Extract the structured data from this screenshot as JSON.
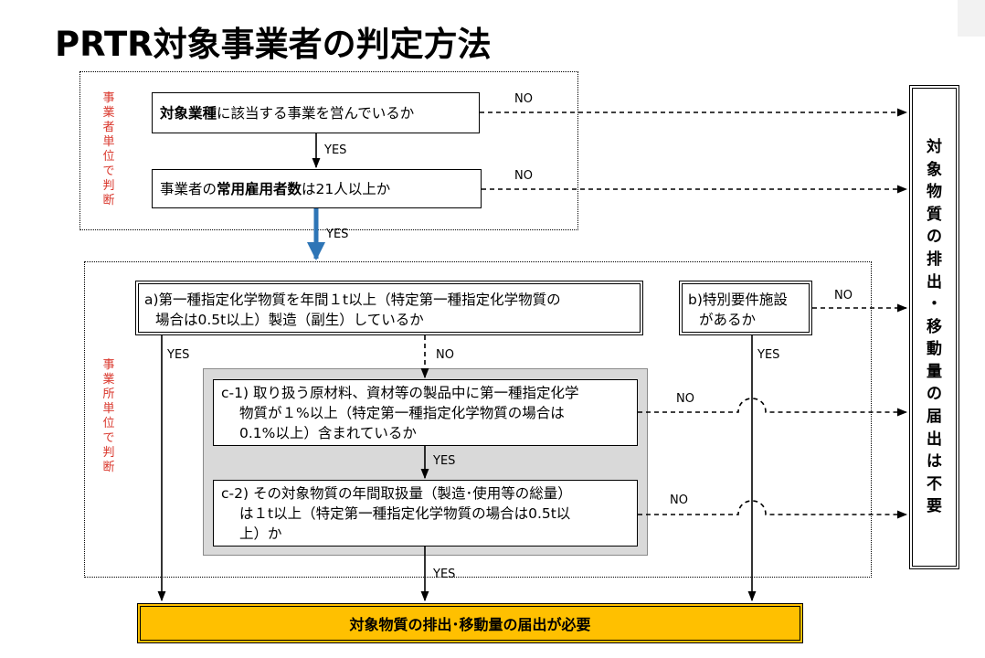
{
  "title": "PRTR対象事業者の判定方法",
  "region_labels": {
    "business": "事業者単位で判断",
    "facility": "事業所単位で判断"
  },
  "boxes": {
    "q1": {
      "bold": "対象業種",
      "rest": "に該当する事業を営んでいるか"
    },
    "q2": {
      "pre": "事業者の",
      "bold": "常用雇用者数",
      "post": "は21人以上か"
    },
    "a": {
      "line1": "a)第一種指定化学物質を年間１t以上（特定第一種指定化学物質の",
      "line2": "場合は0.5t以上）製造（副生）しているか"
    },
    "b": {
      "line1": "b)特別要件施設",
      "line2": "があるか"
    },
    "c1": {
      "line1": "c-1) 取り扱う原材料、資材等の製品中に第一種指定化学",
      "line2": "物質が１%以上（特定第一種指定化学物質の場合は",
      "line3": "0.1%以上）含まれているか"
    },
    "c2": {
      "line1": "c-2) その対象物質の年間取扱量（製造･使用等の総量）",
      "line2": "は１t以上（特定第一種指定化学物質の場合は0.5t以",
      "line3": "上）か"
    }
  },
  "labels": {
    "yes": "YES",
    "no": "NO"
  },
  "result": "対象物質の排出･移動量の届出が必要",
  "right_box": "対象物質の排出・移動量の届出は不要",
  "colors": {
    "accent_arrow": "#2e75b6",
    "result_fill": "#ffc000",
    "region_label": "#d9362b",
    "gray_panel": "#d9d9d9"
  }
}
